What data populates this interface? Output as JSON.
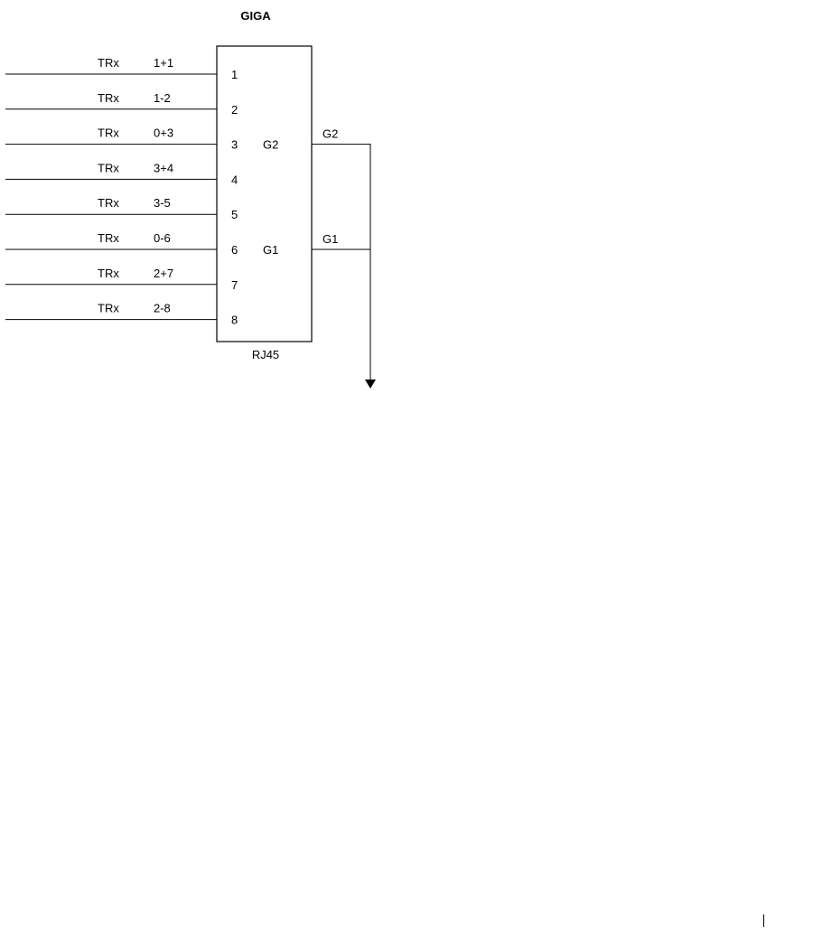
{
  "title": "GIGA",
  "connector_label": "RJ45",
  "colors": {
    "line": "#000000",
    "background": "#ffffff"
  },
  "pins": [
    {
      "signal": "TRx",
      "pair": "1+1",
      "pin": "1"
    },
    {
      "signal": "TRx",
      "pair": "1-2",
      "pin": "2"
    },
    {
      "signal": "TRx",
      "pair": "0+3",
      "pin": "3"
    },
    {
      "signal": "TRx",
      "pair": "3+4",
      "pin": "4"
    },
    {
      "signal": "TRx",
      "pair": "3-5",
      "pin": "5"
    },
    {
      "signal": "TRx",
      "pair": "0-6",
      "pin": "6"
    },
    {
      "signal": "TRx",
      "pair": "2+7",
      "pin": "7"
    },
    {
      "signal": "TRx",
      "pair": "2-8",
      "pin": "8"
    }
  ],
  "grounds": [
    {
      "inner": "G2",
      "outer": "G2",
      "at_pin": 3
    },
    {
      "inner": "G1",
      "outer": "G1",
      "at_pin": 6
    }
  ],
  "output_icon": "arrow-down-icon"
}
